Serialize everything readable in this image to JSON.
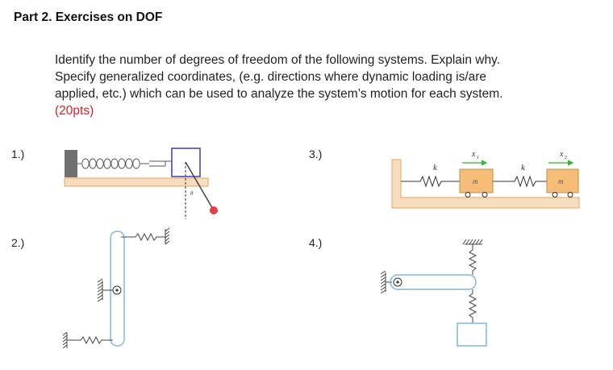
{
  "heading": "Part 2. Exercises on DOF",
  "instructions": {
    "line1": "Identify the number of degrees of freedom of the following systems. Explain why.",
    "line2": "Specify generalized coordinates, (e.g. directions where dynamic loading is/are",
    "line3": "applied, etc.) which can be used to analyze the system’s motion for each system.",
    "points": "(20pts)"
  },
  "questions": [
    {
      "number": "1.)",
      "symbols": [
        "θ"
      ]
    },
    {
      "number": "2.)"
    },
    {
      "number": "3.)",
      "symbols": [
        "k",
        "x",
        "1",
        "m",
        "k",
        "x",
        "2",
        "m"
      ]
    },
    {
      "number": "4.)"
    }
  ],
  "colors": {
    "points_text": "#d6222a",
    "mass_block": "#f6bd78",
    "floor": "#f7dcc0",
    "floor_edge": "#e8a65a",
    "link_outline": "#7fb8df",
    "pendulum_box": "#3a3ac8",
    "bob": "#e83b4a",
    "arrow": "#2eb82e",
    "wall": "#707070"
  }
}
